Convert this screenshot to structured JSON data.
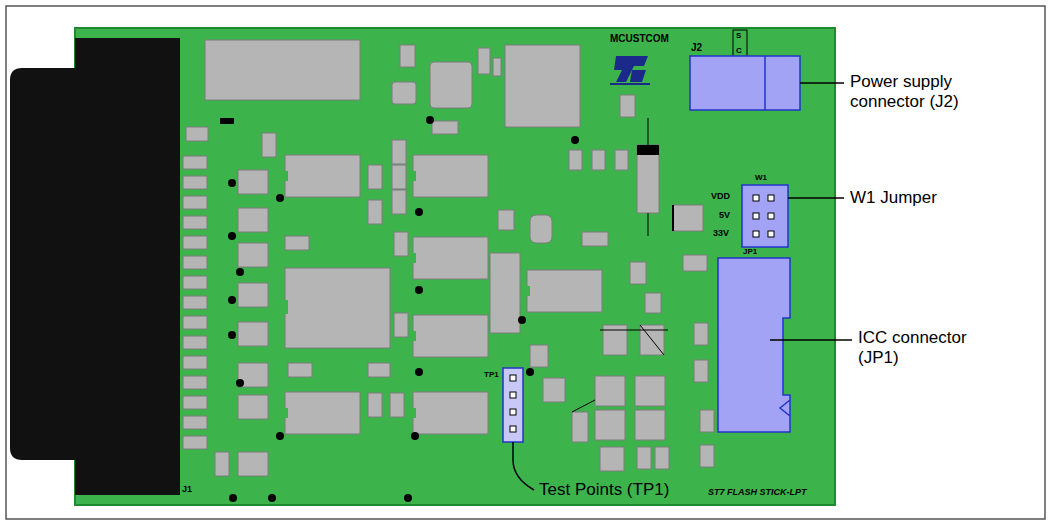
{
  "diagram": {
    "labels": [
      "MCUSTCOM",
      "S",
      "C",
      "J2",
      "W1",
      "VDD",
      "5V",
      "33V",
      "JP1",
      "TP1",
      "J1",
      "ST7 FLASH STICK-LPT",
      "Power supply connector (J2)",
      "W1 Jumper",
      "ICC connector (JP1)",
      "Test Points (TP1)"
    ]
  }
}
